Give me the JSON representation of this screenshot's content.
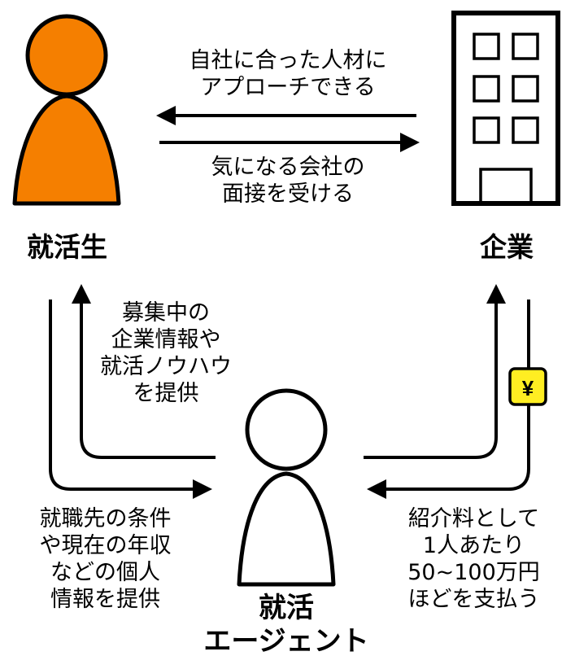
{
  "nodes": {
    "student": {
      "label": "就活生",
      "color": "#f57f00"
    },
    "company": {
      "label": "企業"
    },
    "agent": {
      "label_lines": [
        "就活",
        "エージェント"
      ]
    }
  },
  "flows": {
    "company_to_student": {
      "lines": [
        "自社に合った人材に",
        "アプローチできる"
      ]
    },
    "student_to_company": {
      "lines": [
        "気になる会社の",
        "面接を受ける"
      ]
    },
    "agent_to_student": {
      "lines": [
        "募集中の",
        "企業情報や",
        "就活ノウハウ",
        "を提供"
      ]
    },
    "student_to_agent": {
      "lines": [
        "就職先の条件",
        "や現在の年収",
        "などの個人",
        "情報を提供"
      ]
    },
    "company_to_agent": {
      "lines": [
        "紹介料として",
        "1人あたり",
        "50~100万円",
        "ほどを支払う"
      ]
    }
  },
  "fee_badge": {
    "symbol": "¥",
    "color": "#ffee22"
  }
}
